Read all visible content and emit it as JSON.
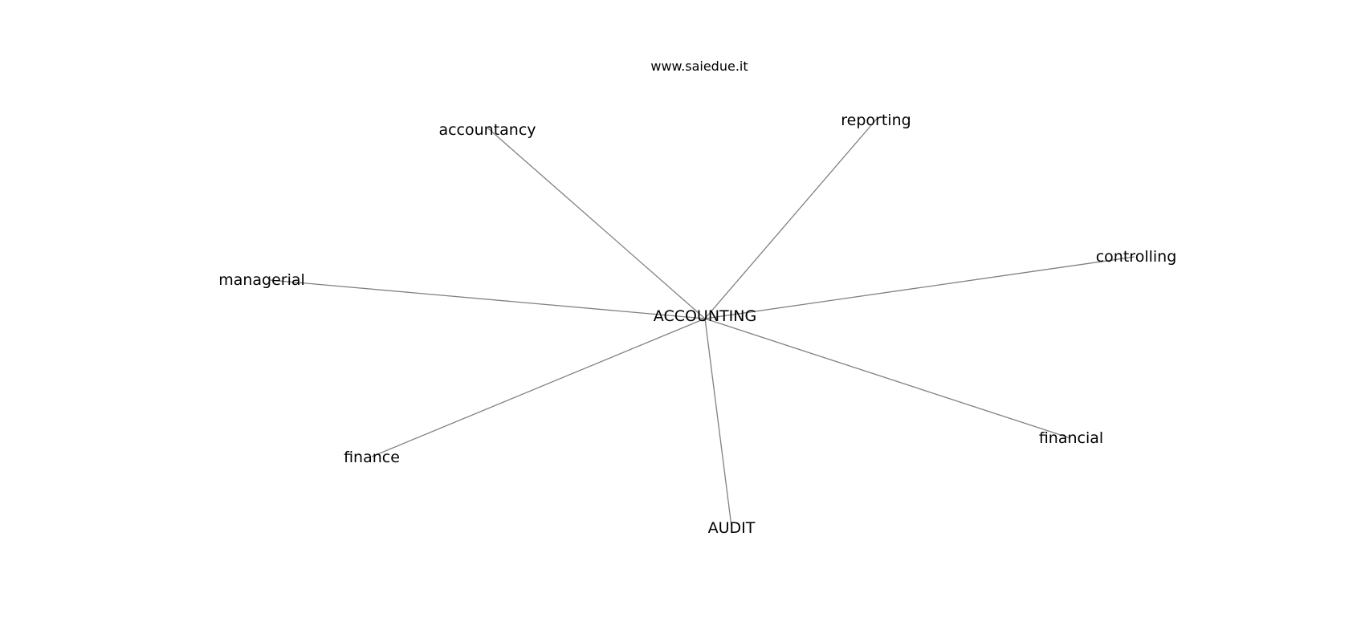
{
  "site": "www.saiedue.it",
  "diagram": {
    "center": "ACCOUNTING",
    "nodes": [
      "accountancy",
      "reporting",
      "controlling",
      "managerial",
      "finance",
      "AUDIT",
      "financial"
    ]
  },
  "colors": {
    "edge": "#808080",
    "text": "#000000",
    "background": "#ffffff"
  }
}
